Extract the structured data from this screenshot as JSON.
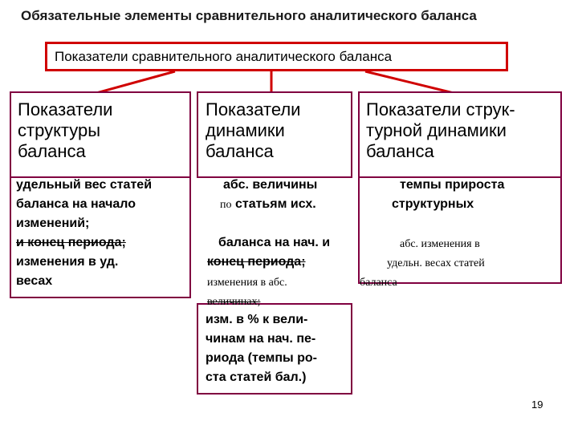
{
  "slide": {
    "title": "Обязательные элементы сравнительного аналитического баланса",
    "root": "Показатели сравнительного аналитического баланса",
    "columns": [
      {
        "header": [
          "Показатели",
          "структуры",
          "баланса"
        ],
        "items": [
          "удельный вес статей",
          "баланса на начало",
          "изменений;",
          "и конец периода;",
          "изменения в уд.",
          "весах"
        ]
      },
      {
        "header": [
          "Показатели",
          "динамики",
          "баланса"
        ],
        "items_a": [
          "абс. величины",
          "статьям исх.",
          "баланса на нач. и",
          "конец периода;",
          "изменения в абс.",
          "величинах;"
        ],
        "by_prefix": "по",
        "items_b": [
          "изм. в % к вели-",
          "чинам на нач. пе-",
          "риода (темпы ро-",
          "ста статей бал.)"
        ]
      },
      {
        "header": [
          "Показатели струк-",
          "турной динамики",
          "баланса"
        ],
        "items": [
          "темпы прироста",
          "структурных",
          "абс. изменения в",
          "удельн. весах статей",
          "баланса"
        ]
      }
    ],
    "page_number": "19"
  },
  "colors": {
    "connector": "#d00000",
    "box_border": "#800040"
  }
}
